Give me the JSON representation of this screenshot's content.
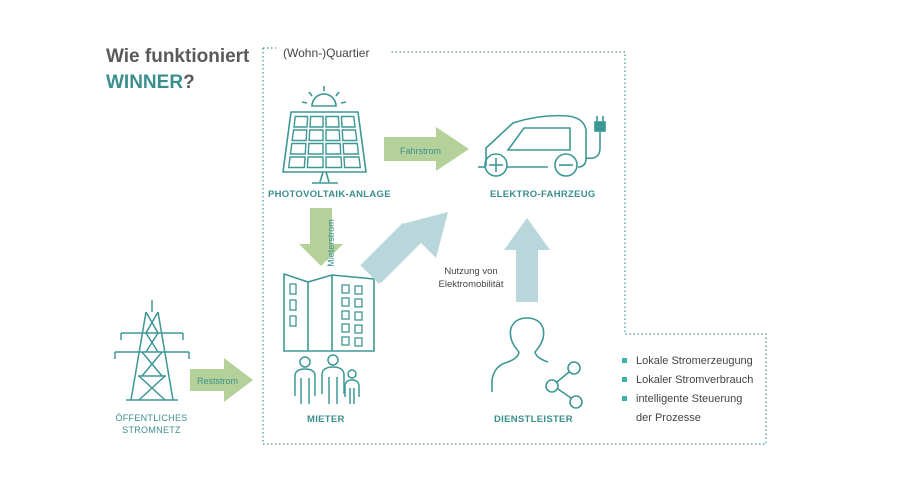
{
  "title": {
    "line1": "Wie funktioniert",
    "line2_accent": "WINNER",
    "line2_suffix": "?"
  },
  "area_label": "(Wohn-)Quartier",
  "nodes": {
    "photovoltaik": "PHOTOVOLTAIK-ANLAGE",
    "elektro_fahrzeug": "ELEKTRO-FAHRZEUG",
    "mieter": "MIETER",
    "dienstleister": "DIENSTLEISTER",
    "stromnetz_line1": "ÖFFENTLICHES",
    "stromnetz_line2": "STROMNETZ"
  },
  "flows": {
    "fahrstrom": "Fahrstrom",
    "mieterstrom": "Mieterstrom",
    "reststrom": "Reststrom",
    "nutzung_line1": "Nutzung von",
    "nutzung_line2": "Elektromobilität"
  },
  "legend": {
    "item1": "Lokale Stromerzeugung",
    "item2": "Lokaler Stromverbrauch",
    "item3_line1": "intelligente Steuerung",
    "item3_line2": "der Prozesse"
  },
  "colors": {
    "teal": "#3a8f8d",
    "bullet": "#3ab3ad",
    "green_arrow": "#b5d19a",
    "blue_arrow": "#b9d7da",
    "icon_stroke": "#3d9795"
  },
  "icons": [
    "solar-panel-icon",
    "sun-icon",
    "electric-car-icon",
    "plug-icon",
    "building-icon",
    "family-icon",
    "pylon-icon",
    "person-icon",
    "network-icon"
  ]
}
